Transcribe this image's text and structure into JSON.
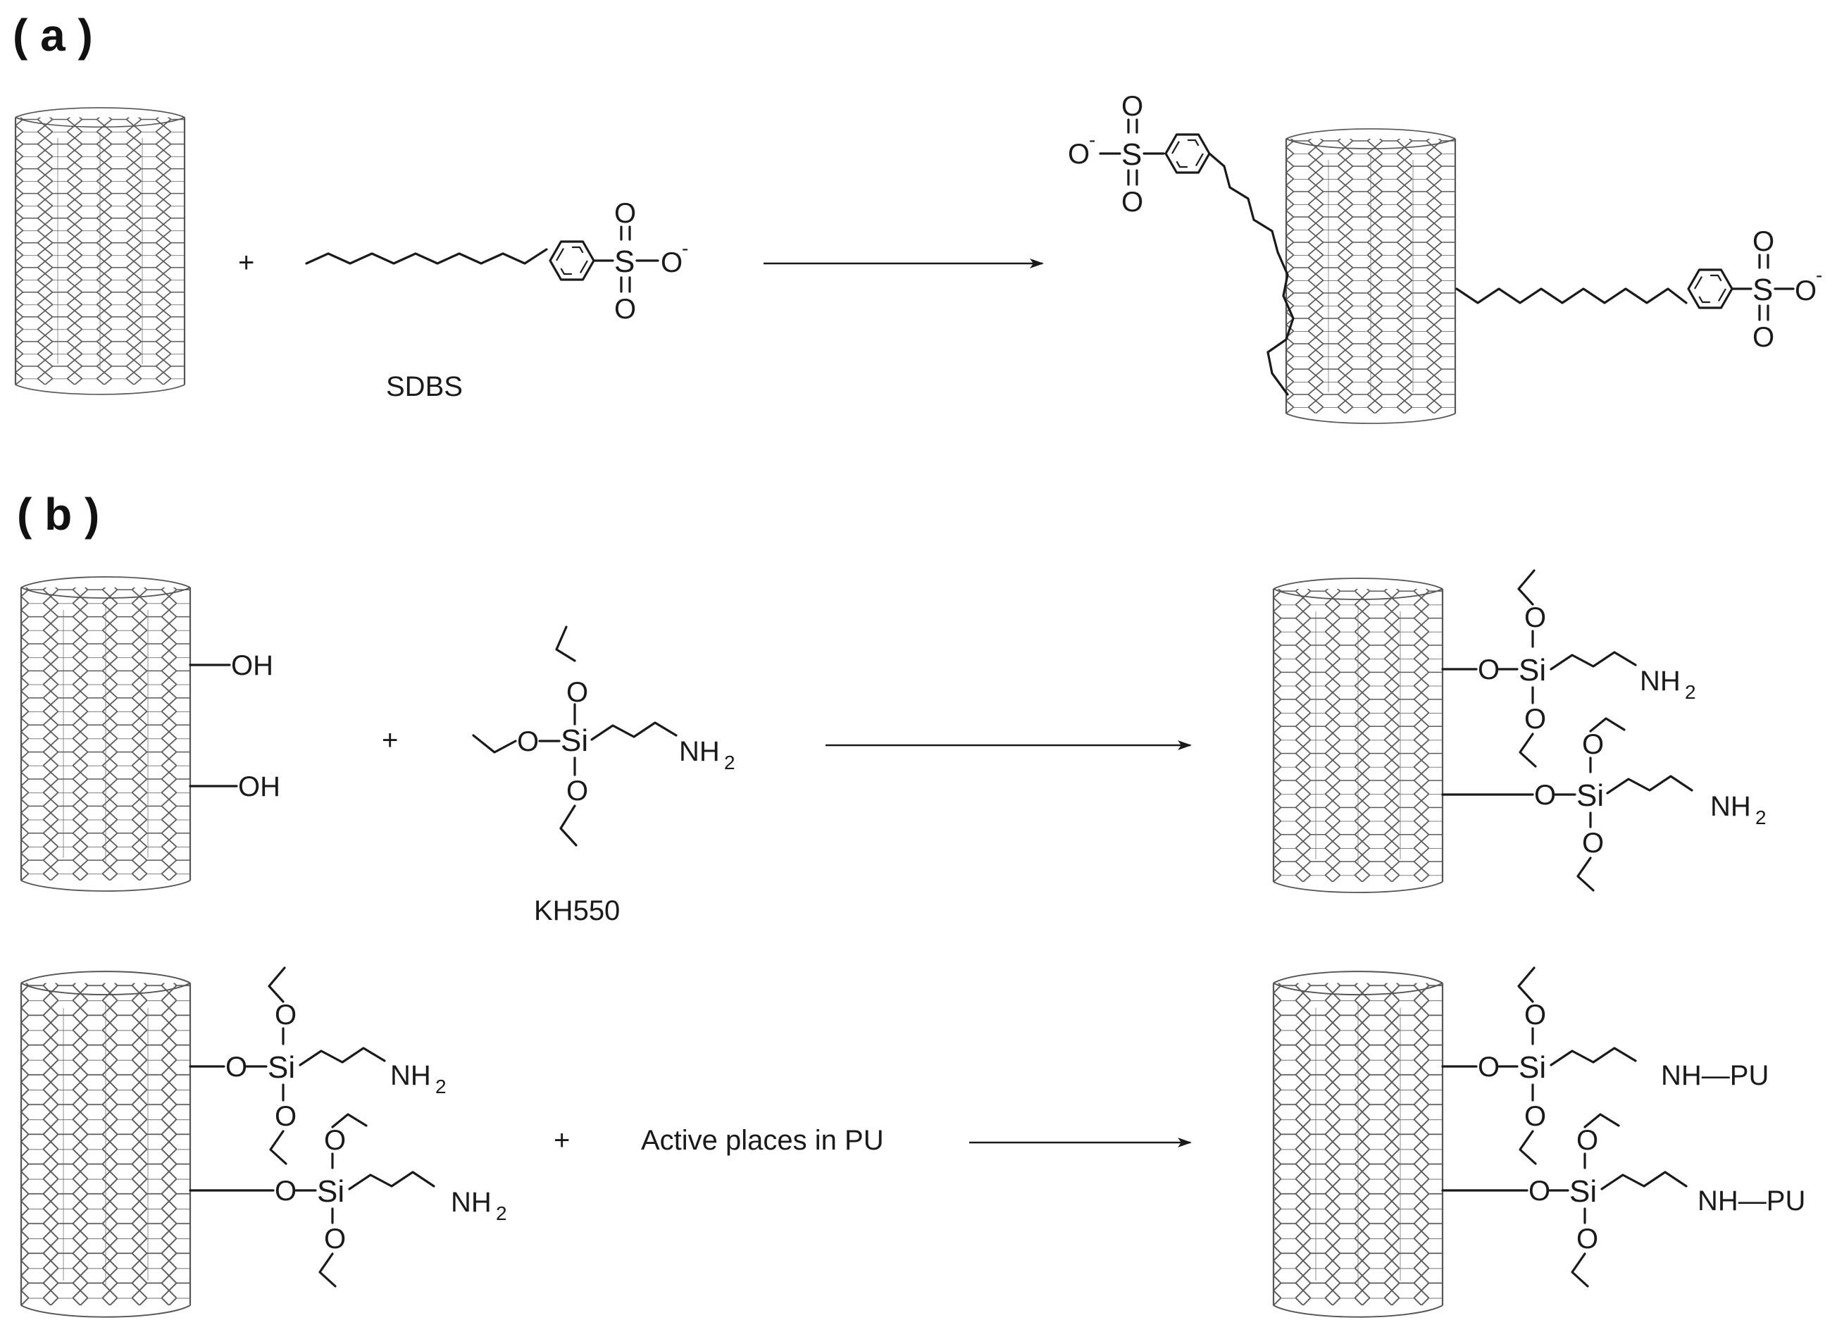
{
  "colors": {
    "ink": "#1a1a1a",
    "tube": "#555555",
    "background": "#ffffff"
  },
  "panels": {
    "a": "( a )",
    "b": "( b )"
  },
  "text": {
    "plus": "+",
    "sdbs": "SDBS",
    "kh550": "KH550",
    "oh": "OH",
    "o": "O",
    "o_minus": "O",
    "minus": "-",
    "s": "S",
    "si": "Si",
    "nh2": "NH",
    "two": "2",
    "nh_pu": "NH—PU",
    "active_places": "Active places in PU"
  },
  "icons": {
    "tube": "carbon-nanotube-icon",
    "arrow": "reaction-arrow-icon",
    "benzene": "benzene-ring-icon"
  }
}
